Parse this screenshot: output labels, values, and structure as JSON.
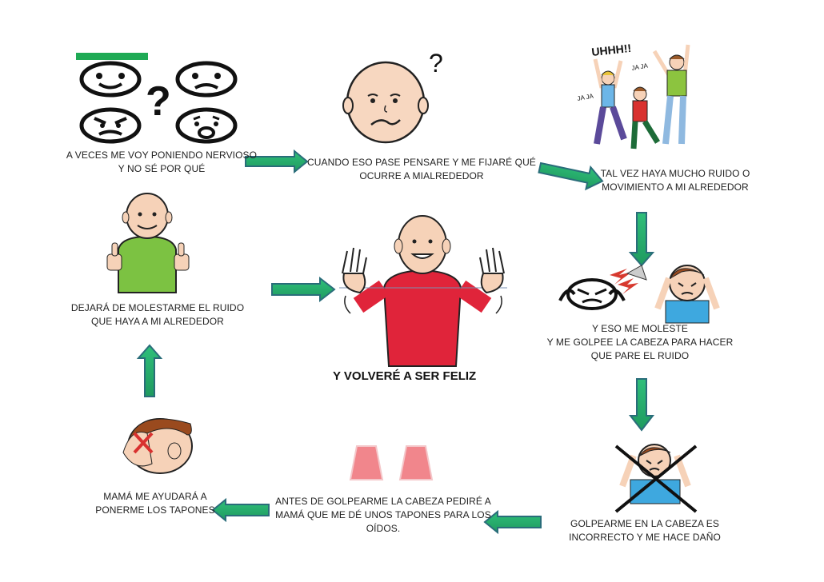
{
  "steps": [
    {
      "id": "step1",
      "lines": [
        "A VECES ME VOY PONIENDO NERVIOSO",
        "Y NO SÉ POR QUÉ"
      ]
    },
    {
      "id": "step2",
      "lines": [
        "CUANDO ESO PASE PENSARE Y ME FIJARÉ QUÉ",
        "OCURRE A  MIALREDEDOR"
      ]
    },
    {
      "id": "step3",
      "lines": [
        "TAL VEZ HAYA MUCHO RUIDO O",
        "MOVIMIENTO A MI ALREDEDOR"
      ]
    },
    {
      "id": "step4",
      "lines": [
        "Y ESO ME MOLESTE",
        "Y ME GOLPEE LA CABEZA PARA HACER",
        "QUE PARE EL RUIDO"
      ]
    },
    {
      "id": "step5",
      "lines": [
        "GOLPEARME EN LA CABEZA ES",
        "INCORRECTO Y ME HACE DAÑO"
      ]
    },
    {
      "id": "step6",
      "lines": [
        "ANTES DE GOLPEARME LA CABEZA PEDIRÉ  A",
        "MAMÁ QUE ME DÉ UNOS TAPONES PARA LOS",
        "OÍDOS."
      ]
    },
    {
      "id": "step7",
      "lines": [
        "MAMÁ ME AYUDARÁ A",
        "PONERME LOS TAPONES"
      ]
    },
    {
      "id": "step8",
      "lines": [
        "DEJARÁ DE MOLESTARME EL RUIDO",
        "QUE HAYA A MI ALREDEDOR"
      ]
    }
  ],
  "final_message": "Y VOLVERÉ A SER FELIZ",
  "pictogram_text": {
    "question_mark": "?",
    "big_question": "?",
    "shout": "UHHH!!",
    "laugh1": "JA JA",
    "laugh2": "JA JA"
  },
  "colors": {
    "arrow": "#26a269",
    "arrow_dark": "#256e7a",
    "bar_green": "#1faa55",
    "shirt_green": "#7cc242",
    "shirt_red": "#e0243a",
    "shirt_blue": "#3ea8df",
    "earplug": "#f1868c",
    "skin": "#f6d2b8"
  }
}
